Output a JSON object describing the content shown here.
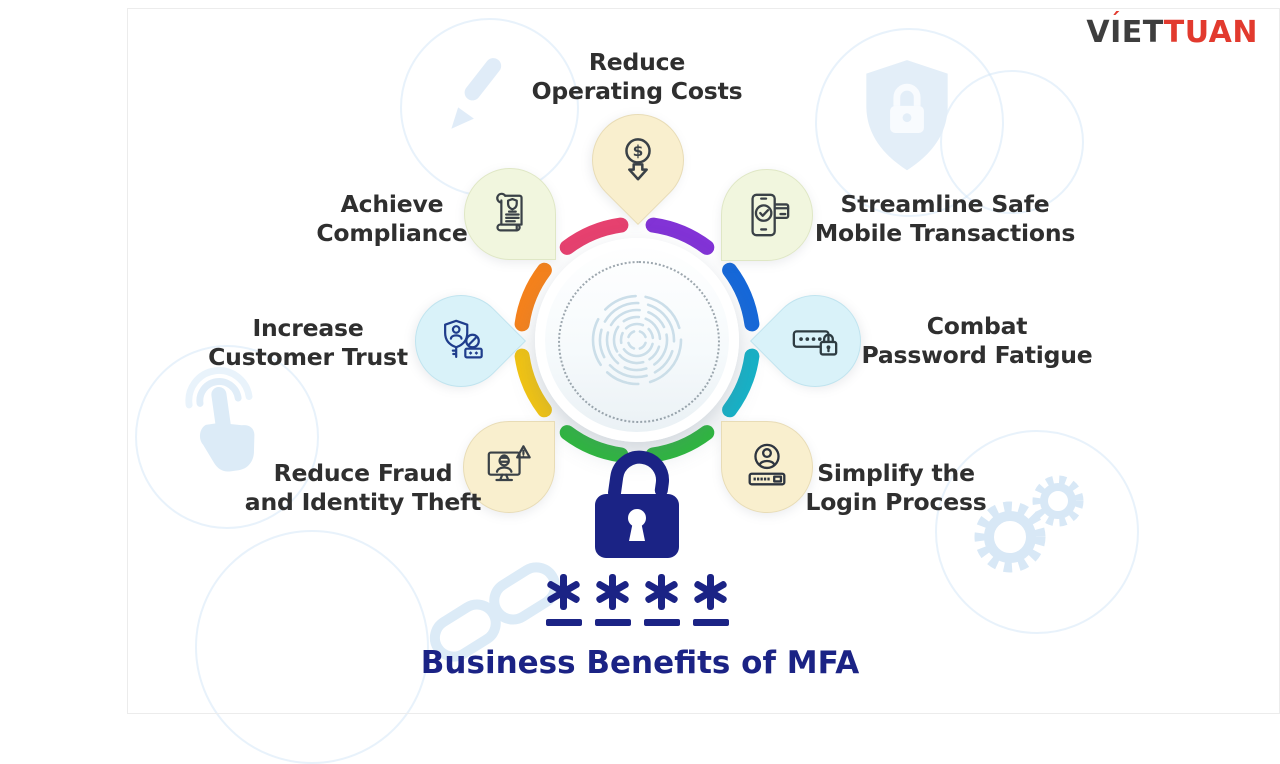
{
  "logo": {
    "dark": "VIET",
    "red": "TUAN",
    "accent": "´",
    "color_dark": "#3e3e3e",
    "color_red": "#e23a2e"
  },
  "title": {
    "text": "Business Benefits of MFA",
    "color": "#1b2385"
  },
  "center": {
    "icon": "fingerprint-icon"
  },
  "lock": {
    "icon": "open-padlock-icon",
    "color": "#1b2385"
  },
  "password_mask": {
    "chars": [
      "*",
      "*",
      "*",
      "*"
    ]
  },
  "ring": {
    "segments": [
      {
        "name": "top-right",
        "color": "#8233d6"
      },
      {
        "name": "right-upper",
        "color": "#1668d9"
      },
      {
        "name": "right-lower",
        "color": "#16b2c7"
      },
      {
        "name": "bottom-right",
        "color": "#2db83d"
      },
      {
        "name": "bottom-left",
        "color": "#2db83d"
      },
      {
        "name": "left-lower",
        "color": "#f2c412"
      },
      {
        "name": "left-upper",
        "color": "#f5821c"
      },
      {
        "name": "top-left",
        "color": "#e6416f"
      }
    ]
  },
  "benefits": [
    {
      "id": "reduce-operating-costs",
      "lines": [
        "Reduce",
        "Operating Costs"
      ],
      "icon": "dollar-decrease-icon",
      "bubble_color": "#f9efce",
      "border_color": "#e8dcb6"
    },
    {
      "id": "streamline-safe-mobile-transactions",
      "lines": [
        "Streamline Safe",
        "Mobile Transactions"
      ],
      "icon": "phone-check-card-icon",
      "bubble_color": "#f1f6de",
      "border_color": "#dfe7c5"
    },
    {
      "id": "combat-password-fatigue",
      "lines": [
        "Combat",
        "Password Fatigue"
      ],
      "icon": "password-field-lock-icon",
      "bubble_color": "#d9f2f9",
      "border_color": "#c0e4ef"
    },
    {
      "id": "simplify-the-login-process",
      "lines": [
        "Simplify the",
        "Login Process"
      ],
      "icon": "user-credentials-icon",
      "bubble_color": "#f9efce",
      "border_color": "#e8dcb6"
    },
    {
      "id": "reduce-fraud-and-identity-theft",
      "lines": [
        "Reduce Fraud",
        "and Identity Theft"
      ],
      "icon": "hacker-alert-icon",
      "bubble_color": "#f9efce",
      "border_color": "#e8dcb6"
    },
    {
      "id": "increase-customer-trust",
      "lines": [
        "Increase",
        "Customer Trust"
      ],
      "icon": "shield-user-key-icon",
      "bubble_color": "#d9f2f9",
      "border_color": "#c0e4ef"
    },
    {
      "id": "achieve-compliance",
      "lines": [
        "Achieve",
        "Compliance"
      ],
      "icon": "compliance-document-icon",
      "bubble_color": "#f1f6de",
      "border_color": "#dfe7c5"
    }
  ],
  "background_icons": {
    "names": [
      "pen-icon",
      "shield-lock-icon",
      "hand-tap-icon",
      "gears-icon",
      "chain-link-icon"
    ]
  },
  "text_color": "#2f2f2f"
}
